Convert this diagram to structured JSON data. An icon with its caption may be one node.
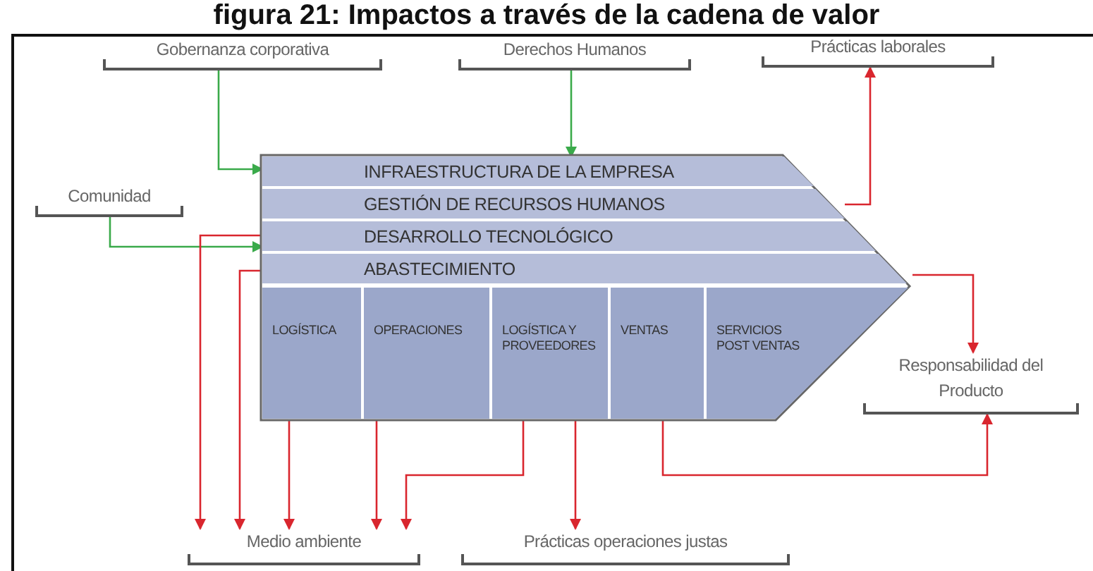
{
  "diagram": {
    "title": "figura 21: Impactos a través de la cadena de valor",
    "nodes": [
      {
        "text": [
          "Gobernanza corporativa"
        ]
      },
      {
        "text": [
          "Derechos Humanos"
        ]
      },
      {
        "text": [
          "Prácticas laborales"
        ]
      },
      {
        "text": [
          "Comunidad"
        ]
      },
      {
        "text": [
          "Responsabilidad del Producto"
        ]
      },
      {
        "text": [
          "Medio ambiente"
        ]
      },
      {
        "text": [
          "Prácticas operaciones justas"
        ]
      },
      {
        "text": [],
        "shape": "chevron"
      },
      {
        "text": [
          "INFRAESTRUCTURA DE LA EMPRESA"
        ],
        "in": 7
      },
      {
        "text": [
          "GESTIÓN DE RECURSOS HUMANOS"
        ],
        "in": 7
      },
      {
        "text": [
          "DESARROLLO TECNOLÓGICO"
        ],
        "in": 7
      },
      {
        "text": [
          "ABASTECIMIENTO"
        ],
        "in": 7
      },
      {
        "text": [
          "LOGÍSTICA"
        ],
        "in": 7
      },
      {
        "text": [
          "OPERACIONES"
        ],
        "in": 7
      },
      {
        "text": [
          "LOGÍSTICA Y PROVEEDORES"
        ],
        "in": 7
      },
      {
        "text": [
          "VENTAS"
        ],
        "in": 7
      },
      {
        "text": [
          "SERVICIOS POST VENTAS"
        ],
        "in": 7
      }
    ],
    "edges": [
      {
        "from": 0,
        "to": 8,
        "arrow": "to",
        "color": "#3aaa4a"
      },
      {
        "from": 1,
        "to": 8,
        "arrow": "to",
        "color": "#3aaa4a"
      },
      {
        "from": 9,
        "to": 2,
        "arrow": "to"
      },
      {
        "from": 3,
        "to": 10,
        "arrow": "to",
        "color": "#3aaa4a"
      },
      {
        "from": 10,
        "to": 5,
        "arrow": "to"
      },
      {
        "from": 11,
        "to": 5,
        "arrow": "to"
      },
      {
        "from": 12,
        "to": 5,
        "arrow": "to"
      },
      {
        "from": 13,
        "to": 5,
        "arrow": "to"
      },
      {
        "from": 14,
        "to": 5,
        "arrow": "to"
      },
      {
        "from": 14,
        "to": 6,
        "arrow": "to"
      },
      {
        "from": 15,
        "to": 4,
        "arrow": "to"
      },
      {
        "from": 7,
        "to": 4,
        "arrow": "to"
      }
    ]
  }
}
